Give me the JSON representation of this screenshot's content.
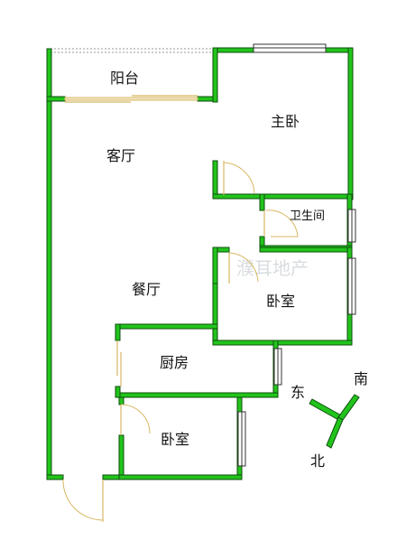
{
  "rooms": {
    "balcony": "阳台",
    "living_room": "客厅",
    "master_bedroom": "主卧",
    "bathroom": "卫生间",
    "dining_room": "餐厅",
    "bedroom_middle": "卧室",
    "kitchen": "厨房",
    "bedroom_bottom": "卧室"
  },
  "compass": {
    "east": "东",
    "south": "南",
    "north": "北"
  },
  "watermark": "濮耳地产",
  "colors": {
    "wall": "#22c41c",
    "wall_edge": "#0d4d0d",
    "door": "#d7b864",
    "window": "#ffffff"
  }
}
